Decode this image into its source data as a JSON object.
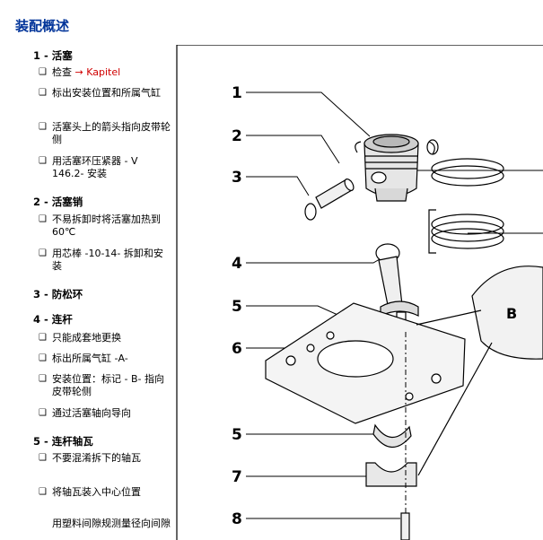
{
  "title": "装配概述",
  "items": [
    {
      "label": "1 - 活塞",
      "subs": [
        "检查",
        "标出安装位置和所属气缸",
        "活塞头上的箭头指向皮带轮侧",
        "用活塞环压紧器 - V 146.2- 安装"
      ],
      "link": "→ Kapitel"
    },
    {
      "label": "2 - 活塞销",
      "subs": [
        "不易拆卸时将活塞加热到 60℃",
        "用芯棒 -10-14- 拆卸和安装"
      ]
    },
    {
      "label": "3 - 防松环"
    },
    {
      "label": "4 - 连杆",
      "subs": [
        "只能成套地更换",
        "标出所属气缸 -A-",
        "安装位置：标记 - B- 指向皮带轮侧",
        "通过活塞轴向导向"
      ]
    },
    {
      "label": "5 - 连杆轴瓦",
      "subs": [
        "不要混淆拆下的轴瓦",
        "将轴瓦装入中心位置"
      ]
    }
  ],
  "footer": "用塑料间隙规测量径向间隙",
  "figure": {
    "callouts": [
      "1",
      "2",
      "3",
      "4",
      "5",
      "6",
      "5",
      "7",
      "8"
    ],
    "detail_label": "B"
  }
}
